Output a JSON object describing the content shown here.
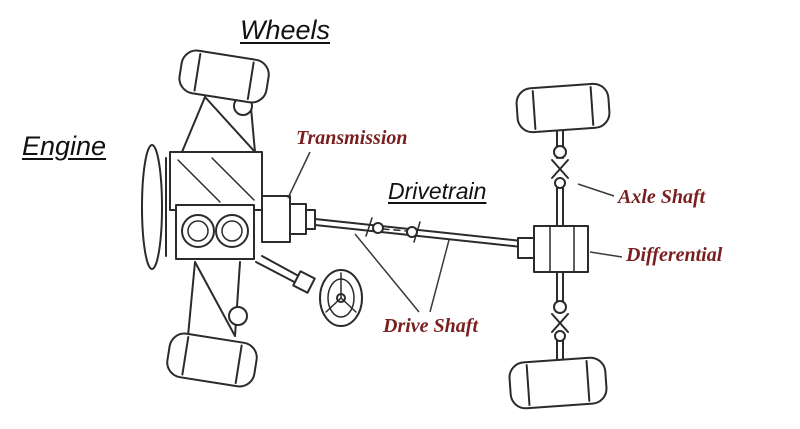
{
  "diagram": {
    "labels": {
      "wheels": "Wheels",
      "engine": "Engine",
      "transmission": "Transmission",
      "drivetrain": "Drivetrain",
      "axle_shaft": "Axle Shaft",
      "differential": "Differential",
      "drive_shaft": "Drive Shaft"
    },
    "colors": {
      "ink": "#2b2b2b",
      "callout_text": "#7a1f1f",
      "heading_text": "#111111",
      "background": "#ffffff"
    }
  }
}
